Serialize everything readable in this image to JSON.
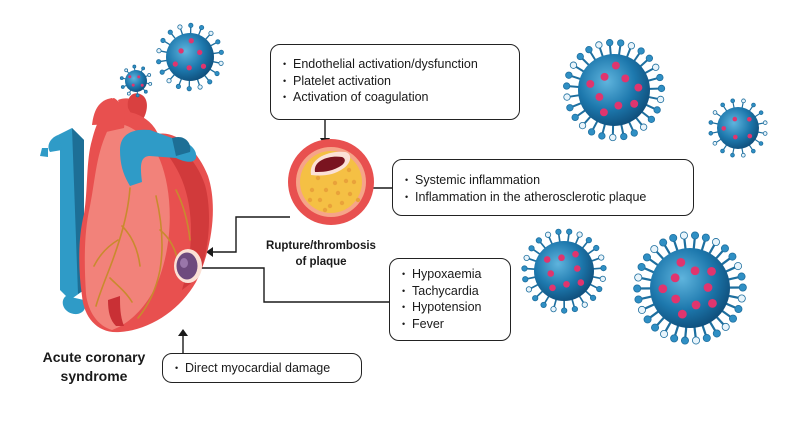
{
  "diagram": {
    "title": "Mechanisms linking viral infection to acute coronary syndrome",
    "top_box": {
      "items": [
        "Endothelial activation/dysfunction",
        "Platelet activation",
        "Activation of coagulation"
      ]
    },
    "middle_box": {
      "items": [
        "Systemic inflammation",
        "Inflammation in the atherosclerotic plaque"
      ]
    },
    "right_box": {
      "items": [
        "Hypoxaemia",
        "Tachycardia",
        "Hypotension",
        "Fever"
      ]
    },
    "bottom_box": {
      "items": [
        "Direct myocardial damage"
      ]
    },
    "plaque_label": {
      "line1": "Rupture/thrombosis",
      "line2": "of plaque"
    },
    "heart_label": {
      "line1": "Acute coronary",
      "line2": "syndrome"
    },
    "colors": {
      "virus_body": "#1d78ad",
      "virus_spike_tip": "#e0356e",
      "heart_muscle": "#e8504f",
      "vessel_blue": "#2f9bc7",
      "plaque_yellow": "#f5c044"
    },
    "icons": [
      "heart-illustration",
      "artery-cross-section-icon",
      "virus-icon"
    ]
  }
}
